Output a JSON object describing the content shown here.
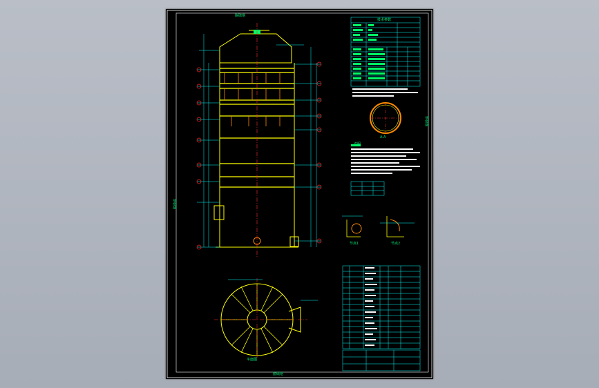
{
  "drawing": {
    "top_caption": "脱硫塔",
    "bottom_caption": "脱硫塔",
    "left_side_caption": "脱硫塔",
    "right_side_caption": "脱硫塔",
    "plan_caption": "平面图",
    "tech_title": "技术参数",
    "notes_title": "说明",
    "section_caption": "A-A",
    "detail_1": "节点1",
    "detail_2": "节点2"
  },
  "colors": {
    "sheet": "#000000",
    "frame": "#ffffff",
    "vessel": "#ffff00",
    "dimension": "#00ffff",
    "callout": "#ff2020",
    "text": "#00e676",
    "centerline": "#ff3030"
  }
}
